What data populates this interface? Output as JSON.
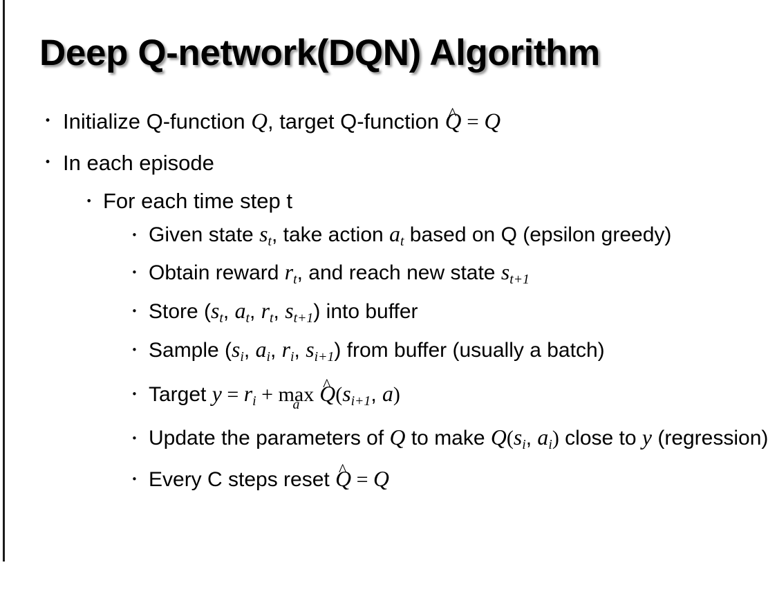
{
  "slide": {
    "title": "Deep Q-network(DQN) Algorithm",
    "background_color": "#ffffff",
    "text_color": "#000000",
    "left_rule_color": "#1b1b1b",
    "bullet_glyph": "•"
  },
  "content": {
    "b1": {
      "level": 1,
      "text_parts": {
        "p1": "Initialize Q-function ",
        "var_q1": "Q",
        "p2": ", target Q-function ",
        "qhat": "Q",
        "hat": "^",
        "eq": " = ",
        "var_q2": "Q"
      },
      "plain": "Initialize Q-function Q, target Q-function Q̂ = Q"
    },
    "b2": {
      "level": 1,
      "plain": "In each episode"
    },
    "b3": {
      "level": 2,
      "plain": "For each time step t"
    },
    "b4": {
      "level": 3,
      "text_parts": {
        "p1": "Given state ",
        "s": "s",
        "s_sub": "t",
        "p2": ", take action ",
        "a": "a",
        "a_sub": "t",
        "p3": " based on Q (epsilon greedy)"
      },
      "plain": "Given state s_t, take action a_t based on Q (epsilon greedy)"
    },
    "b5": {
      "level": 3,
      "text_parts": {
        "p1": "Obtain reward ",
        "r": "r",
        "r_sub": "t",
        "p2": ", and reach new state ",
        "s": "s",
        "s_sub": "t+1"
      },
      "plain": "Obtain reward r_t, and reach new state s_{t+1}"
    },
    "b6": {
      "level": 3,
      "text_parts": {
        "p1": "Store (",
        "s": "s",
        "s_sub": "t",
        "c1": ", ",
        "a": "a",
        "a_sub": "t",
        "c2": ", ",
        "r": "r",
        "r_sub": "t",
        "c3": ", ",
        "s2": "s",
        "s2_sub": "t+1",
        "p2": ") into buffer"
      },
      "plain": "Store (s_t, a_t, r_t, s_{t+1}) into buffer"
    },
    "b7": {
      "level": 3,
      "text_parts": {
        "p1": "Sample (",
        "s": "s",
        "s_sub": "i",
        "c1": ", ",
        "a": "a",
        "a_sub": "i",
        "c2": ", ",
        "r": "r",
        "r_sub": "i",
        "c3": ", ",
        "s2": "s",
        "s2_sub": "i+1",
        "p2": ") from buffer (usually a batch)"
      },
      "plain": "Sample (s_i, a_i, r_i, s_{i+1}) from buffer (usually a batch)"
    },
    "b8": {
      "level": 3,
      "text_parts": {
        "p1": "Target ",
        "y": "y",
        "eq": " = ",
        "r": "r",
        "r_sub": "i",
        "plus": " + ",
        "max": "max",
        "max_under": "a",
        "qhat": "Q",
        "hat": "^",
        "open": "(",
        "s": "s",
        "s_sub": "i+1",
        "comma": ", ",
        "a": "a",
        "close": ")"
      },
      "plain": "Target y = r_i + max_a Q̂(s_{i+1}, a)"
    },
    "b9": {
      "level": 3,
      "text_parts": {
        "p1": "Update the parameters of ",
        "q1": "Q",
        "p2": " to make ",
        "q2": "Q",
        "open": "(",
        "s": "s",
        "s_sub": "i",
        "comma": ", ",
        "a": "a",
        "a_sub": "i",
        "close": ")",
        "p3": " close to ",
        "y": "y",
        "p4": " (regression)"
      },
      "plain": "Update the parameters of Q to make Q(s_i, a_i) close to y (regression)"
    },
    "b10": {
      "level": 3,
      "text_parts": {
        "p1": "Every C steps reset ",
        "qhat": "Q",
        "hat": "^",
        "eq": " = ",
        "q": "Q"
      },
      "plain": "Every C steps reset Q̂ = Q"
    }
  }
}
